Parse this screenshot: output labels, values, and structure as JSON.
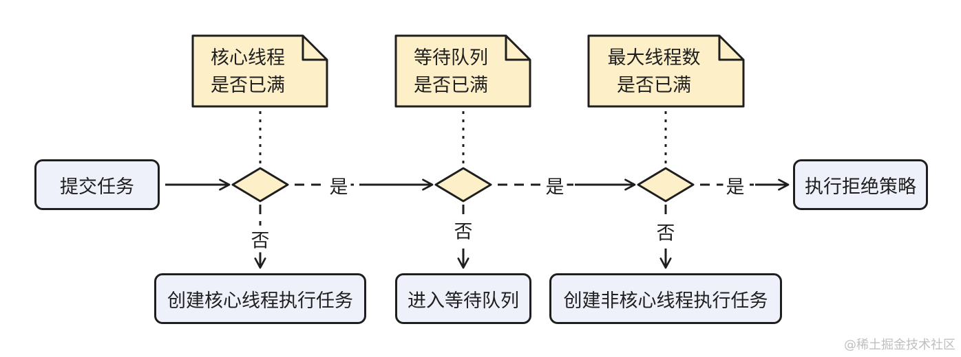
{
  "start": {
    "label": "提交任务"
  },
  "decisions": [
    {
      "note_line1": "核心线程",
      "note_line2": "是否已满",
      "yes_label": "是",
      "no_label": "否",
      "no_action": "创建核心线程执行任务"
    },
    {
      "note_line1": "等待队列",
      "note_line2": "是否已满",
      "yes_label": "是",
      "no_label": "否",
      "no_action": "进入等待队列"
    },
    {
      "note_line1": "最大线程数",
      "note_line2": "是否已满",
      "yes_label": "是",
      "no_label": "否",
      "no_action": "创建非核心线程执行任务"
    }
  ],
  "end": {
    "label": "执行拒绝策略"
  },
  "watermark": "@稀土掘金技术社区",
  "colors": {
    "note_fill": "#fdefc8",
    "diamond_fill": "#fdefc8",
    "box_fill": "#eef0fa",
    "stroke": "#1e1e1e"
  }
}
